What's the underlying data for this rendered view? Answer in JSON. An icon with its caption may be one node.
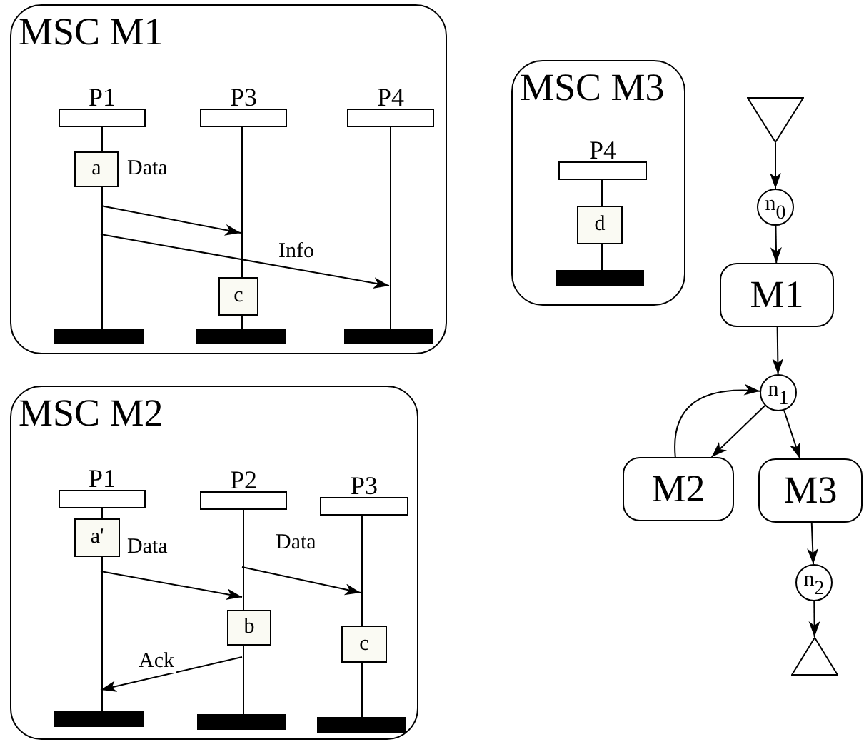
{
  "diagram": {
    "nodes": [
      {
        "text": [
          "MSC M1"
        ]
      },
      {
        "text": [
          "P1"
        ],
        "in": 0
      },
      {
        "text": [
          "P3"
        ],
        "in": 0
      },
      {
        "text": [
          "P4"
        ],
        "in": 0
      },
      {
        "text": [],
        "shape": "line",
        "in": 0
      },
      {
        "text": [],
        "shape": "line",
        "in": 0
      },
      {
        "text": [],
        "shape": "line",
        "in": 0
      },
      {
        "text": [
          "a"
        ],
        "in": 0
      },
      {
        "text": [
          "c"
        ],
        "in": 0
      },
      {
        "text": [],
        "shape": "bar",
        "in": 0
      },
      {
        "text": [],
        "shape": "bar",
        "in": 0
      },
      {
        "text": [],
        "shape": "bar",
        "in": 0
      },
      {
        "text": [
          "MSC M2"
        ]
      },
      {
        "text": [
          "P1"
        ],
        "in": 12
      },
      {
        "text": [
          "P2"
        ],
        "in": 12
      },
      {
        "text": [
          "P3"
        ],
        "in": 12
      },
      {
        "text": [],
        "shape": "line",
        "in": 12
      },
      {
        "text": [],
        "shape": "line",
        "in": 12
      },
      {
        "text": [],
        "shape": "line",
        "in": 12
      },
      {
        "text": [
          "a'"
        ],
        "in": 12
      },
      {
        "text": [
          "b"
        ],
        "in": 12
      },
      {
        "text": [
          "c"
        ],
        "in": 12
      },
      {
        "text": [],
        "shape": "bar",
        "in": 12
      },
      {
        "text": [],
        "shape": "bar",
        "in": 12
      },
      {
        "text": [],
        "shape": "bar",
        "in": 12
      },
      {
        "text": [
          "MSC M3"
        ]
      },
      {
        "text": [
          "P4"
        ],
        "in": 25
      },
      {
        "text": [],
        "shape": "line",
        "in": 25
      },
      {
        "text": [
          "d"
        ],
        "in": 25
      },
      {
        "text": [],
        "shape": "bar",
        "in": 25
      },
      {
        "text": [],
        "shape": "triangle"
      },
      {
        "text": [
          "n$_{0}$"
        ]
      },
      {
        "text": [
          "M1"
        ]
      },
      {
        "text": [
          "n$_{1}$"
        ]
      },
      {
        "text": [
          "M2"
        ]
      },
      {
        "text": [
          "M3"
        ]
      },
      {
        "text": [
          "n$_{2}$"
        ]
      },
      {
        "text": [],
        "shape": "triangle"
      }
    ],
    "edges": [
      {
        "from": 4,
        "to": 5,
        "arrow": "to",
        "label": "Data"
      },
      {
        "from": 4,
        "to": 6,
        "arrow": "to",
        "label": "Info"
      },
      {
        "from": 16,
        "to": 17,
        "arrow": "to",
        "label": "Data"
      },
      {
        "from": 17,
        "to": 18,
        "arrow": "to",
        "label": "Data"
      },
      {
        "from": 17,
        "to": 16,
        "arrow": "to",
        "label": "Ack"
      },
      {
        "from": 30,
        "to": 31,
        "arrow": "to"
      },
      {
        "from": 31,
        "to": 32,
        "arrow": "to"
      },
      {
        "from": 32,
        "to": 33,
        "arrow": "to"
      },
      {
        "from": 33,
        "to": 34,
        "arrow": "to"
      },
      {
        "from": 33,
        "to": 35,
        "arrow": "to"
      },
      {
        "from": 34,
        "to": 33,
        "arrow": "to"
      },
      {
        "from": 35,
        "to": 36,
        "arrow": "to"
      },
      {
        "from": 36,
        "to": 37,
        "arrow": "to"
      }
    ]
  }
}
